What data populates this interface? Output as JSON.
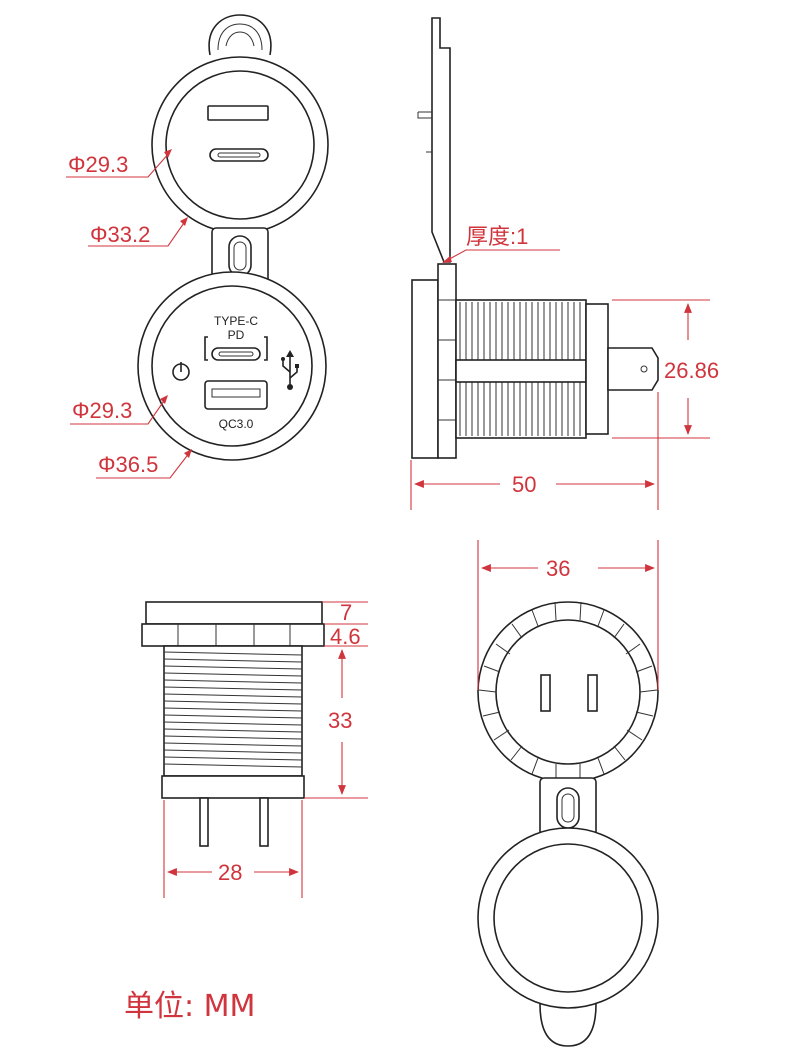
{
  "views": {
    "front_cap": {
      "dim_inner": "Φ29.3",
      "dim_outer": "Φ33.2"
    },
    "front_socket": {
      "port_label_top": "TYPE-C",
      "port_label_pd": "PD",
      "port_label_qc": "QC3.0",
      "dim_inner": "Φ29.3",
      "dim_outer": "Φ36.5"
    },
    "side": {
      "thickness": "厚度:1",
      "height": "26.86",
      "length": "50"
    },
    "profile": {
      "flange": "7",
      "nut": "4.6",
      "thread": "33",
      "width": "28"
    },
    "back": {
      "width": "36"
    }
  },
  "unit": "单位:  MM",
  "colors": {
    "dimension": "#d0343c",
    "outline": "#222222"
  }
}
